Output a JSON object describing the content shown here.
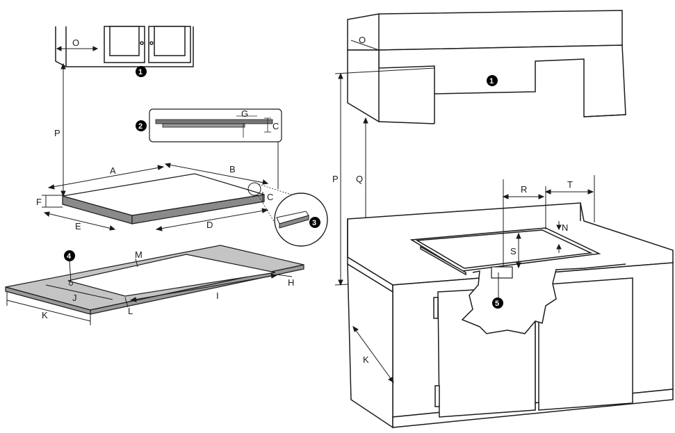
{
  "dimension_labels": {
    "A": "A",
    "B": "B",
    "C": "C",
    "D": "D",
    "E": "E",
    "F": "F",
    "G": "G",
    "H": "H",
    "I": "I",
    "J": "J",
    "K": "K",
    "L": "L",
    "M": "M",
    "N": "N",
    "O": "O",
    "P": "P",
    "Q": "Q",
    "R": "R",
    "S": "S",
    "T": "T"
  },
  "callouts": {
    "one": "1",
    "two": "2",
    "three": "3",
    "four": "4",
    "five": "5"
  },
  "colors": {
    "line": "#1a1a1a",
    "cooktop_top": "#ffffff",
    "cooktop_edge": "#8a8a8a",
    "counter_gray": "#c4c4c4",
    "cutout_gray": "#b8b8b8",
    "marker": "#000000"
  }
}
